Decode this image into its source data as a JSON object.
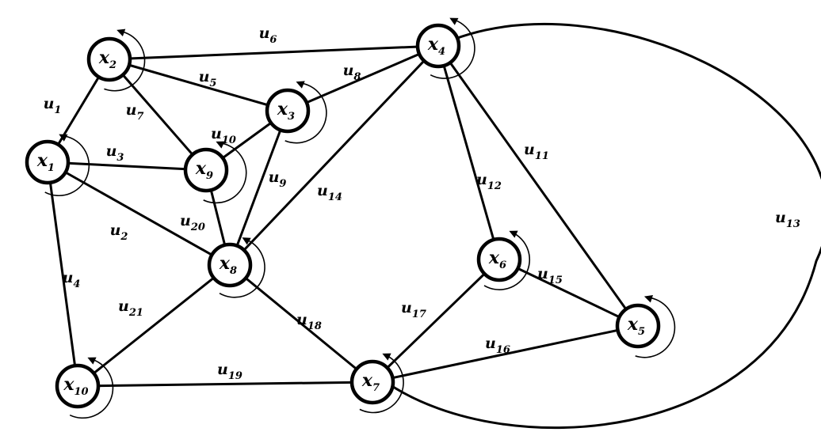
{
  "diagram": {
    "nodes": [
      {
        "id": "x1",
        "base": "x",
        "sub": "1"
      },
      {
        "id": "x2",
        "base": "x",
        "sub": "2"
      },
      {
        "id": "x3",
        "base": "x",
        "sub": "3"
      },
      {
        "id": "x4",
        "base": "x",
        "sub": "4"
      },
      {
        "id": "x5",
        "base": "x",
        "sub": "5"
      },
      {
        "id": "x6",
        "base": "x",
        "sub": "6"
      },
      {
        "id": "x7",
        "base": "x",
        "sub": "7"
      },
      {
        "id": "x8",
        "base": "x",
        "sub": "8"
      },
      {
        "id": "x9",
        "base": "x",
        "sub": "9"
      },
      {
        "id": "x10",
        "base": "x",
        "sub": "10"
      }
    ],
    "edges": [
      {
        "id": "u1",
        "base": "u",
        "sub": "1",
        "from": "x2",
        "to": "x1"
      },
      {
        "id": "u2",
        "base": "u",
        "sub": "2",
        "from": "x1",
        "to": "x8"
      },
      {
        "id": "u3",
        "base": "u",
        "sub": "3",
        "from": "x1",
        "to": "x9"
      },
      {
        "id": "u4",
        "base": "u",
        "sub": "4",
        "from": "x1",
        "to": "x10"
      },
      {
        "id": "u5",
        "base": "u",
        "sub": "5",
        "from": "x2",
        "to": "x3"
      },
      {
        "id": "u6",
        "base": "u",
        "sub": "6",
        "from": "x2",
        "to": "x4"
      },
      {
        "id": "u7",
        "base": "u",
        "sub": "7",
        "from": "x2",
        "to": "x9"
      },
      {
        "id": "u8",
        "base": "u",
        "sub": "8",
        "from": "x3",
        "to": "x4"
      },
      {
        "id": "u9",
        "base": "u",
        "sub": "9",
        "from": "x3",
        "to": "x8"
      },
      {
        "id": "u10",
        "base": "u",
        "sub": "10",
        "from": "x3",
        "to": "x9"
      },
      {
        "id": "u11",
        "base": "u",
        "sub": "11",
        "from": "x4",
        "to": "x5"
      },
      {
        "id": "u12",
        "base": "u",
        "sub": "12",
        "from": "x4",
        "to": "x6"
      },
      {
        "id": "u13",
        "base": "u",
        "sub": "13",
        "from": "x4",
        "to": "x7"
      },
      {
        "id": "u14",
        "base": "u",
        "sub": "14",
        "from": "x4",
        "to": "x8"
      },
      {
        "id": "u15",
        "base": "u",
        "sub": "15",
        "from": "x6",
        "to": "x5"
      },
      {
        "id": "u16",
        "base": "u",
        "sub": "16",
        "from": "x5",
        "to": "x7"
      },
      {
        "id": "u17",
        "base": "u",
        "sub": "17",
        "from": "x6",
        "to": "x7"
      },
      {
        "id": "u18",
        "base": "u",
        "sub": "18",
        "from": "x8",
        "to": "x7"
      },
      {
        "id": "u19",
        "base": "u",
        "sub": "19",
        "from": "x10",
        "to": "x7"
      },
      {
        "id": "u20",
        "base": "u",
        "sub": "20",
        "from": "x9",
        "to": "x8"
      },
      {
        "id": "u21",
        "base": "u",
        "sub": "21",
        "from": "x8",
        "to": "x10"
      }
    ]
  }
}
